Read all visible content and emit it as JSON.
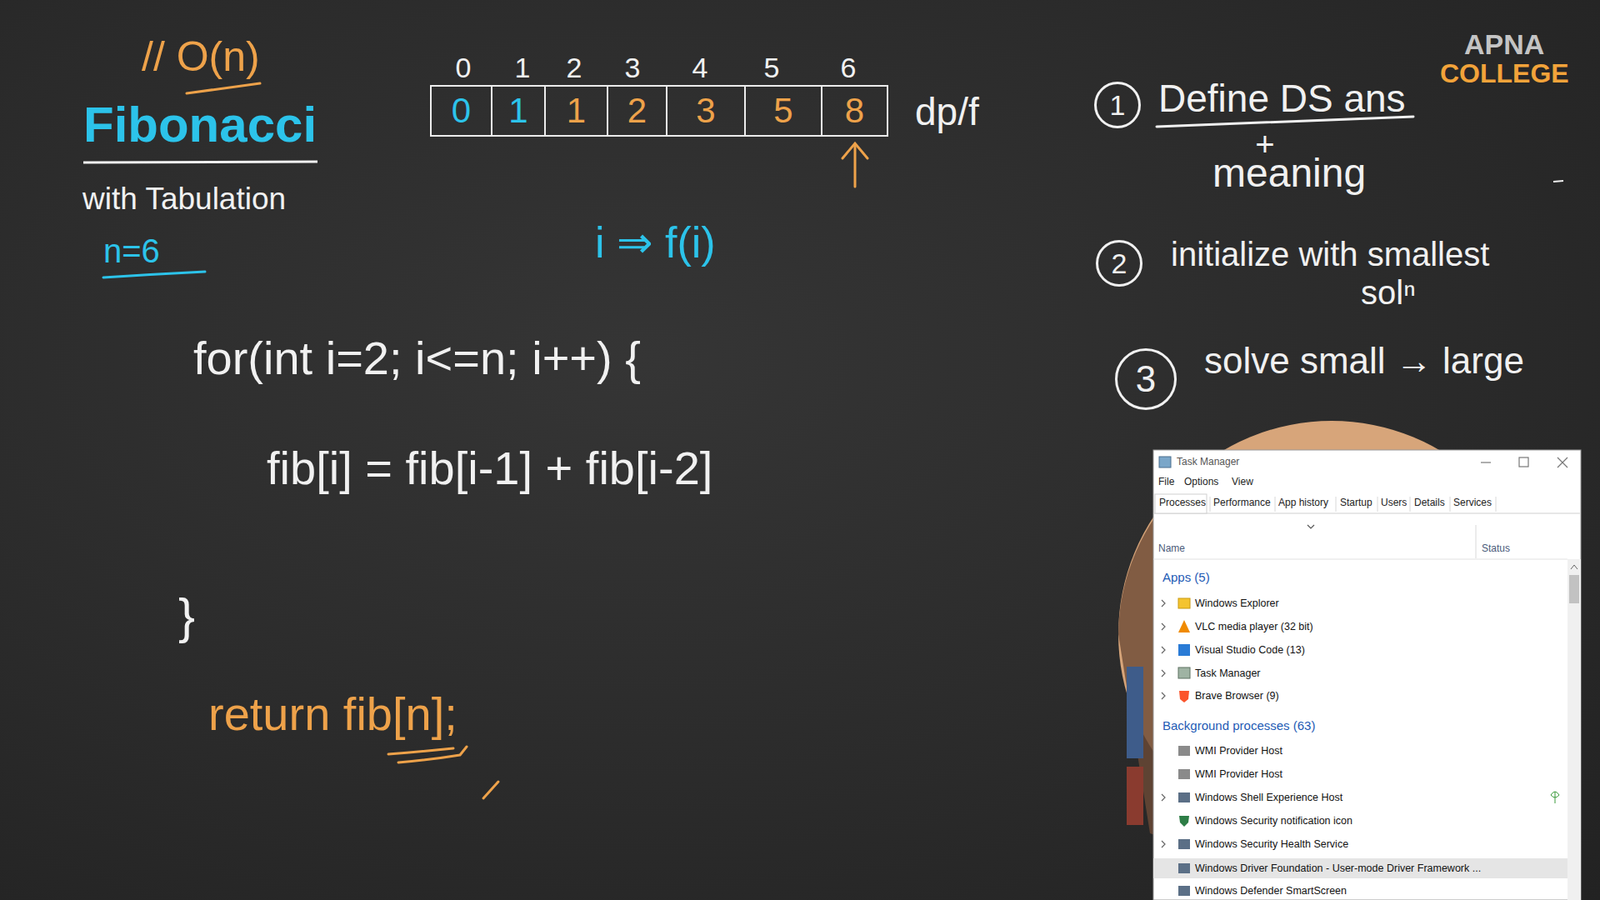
{
  "diagram": {
    "title": "Fibonacci",
    "nodes": [
      {
        "text": [
          "0"
        ]
      },
      {
        "text": [
          "1"
        ]
      },
      {
        "text": [
          "1"
        ]
      },
      {
        "text": [
          "2"
        ]
      },
      {
        "text": [
          "3"
        ]
      },
      {
        "text": [
          "5"
        ]
      },
      {
        "text": [
          "8"
        ]
      },
      {
        "text": [
          "1"
        ]
      },
      {
        "text": [
          "2"
        ]
      },
      {
        "text": [
          "3"
        ]
      },
      {
        "text": [
          "Task Manager",
          "File",
          "Options",
          "View",
          "Processes",
          "Performance",
          "App history",
          "Startup",
          "Users",
          "Details",
          "Services",
          "Name",
          "Status",
          "Apps (5)",
          "Windows Explorer",
          "VLC media player (32 bit)",
          "Visual Studio Code (13)",
          "Task Manager",
          "Brave Browser (9)",
          "Background processes (63)",
          "WMI Provider Host",
          "WMI Provider Host",
          "Windows Shell Experience Host",
          "Windows Security notification icon",
          "Windows Security Health Service",
          "Windows Driver Foundation - User-mode Driver Framework ...",
          "Windows Defender SmartScreen"
        ]
      }
    ],
    "labels": [
      "// O(n)",
      "with Tabulation",
      "n=6",
      "0",
      "1",
      "2",
      "3",
      "4",
      "5",
      "6",
      "dp/f",
      "i ⇒ f(i)",
      "for(int i=2; i<=n; i++) {",
      "fib[i] = fib[i-1] + fib[i-2]",
      "}",
      "return fib[n];",
      "Define DS ans",
      "+",
      "meaning",
      "initialize with smallest",
      "solⁿ",
      "solve small → large",
      "APNA",
      "COLLEGE"
    ]
  }
}
